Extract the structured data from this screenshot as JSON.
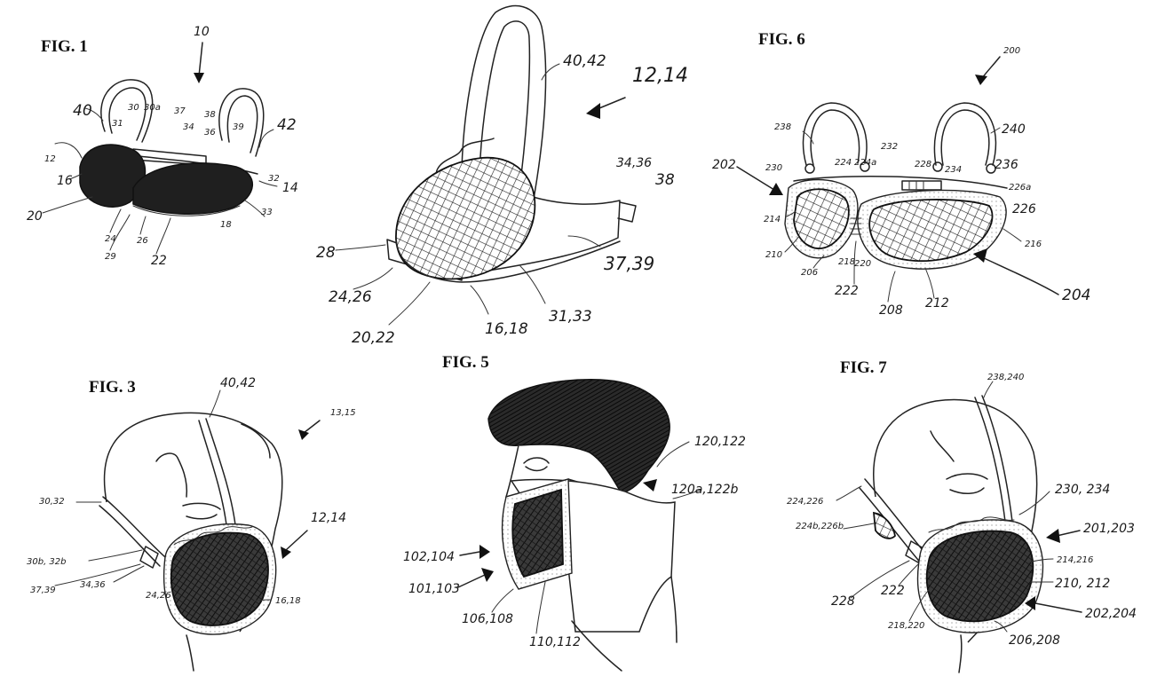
{
  "figures": {
    "fig1": {
      "title": "FIG. 1",
      "refs": [
        "10",
        "40",
        "12",
        "16",
        "20",
        "24",
        "29",
        "26",
        "22",
        "30",
        "30a",
        "31",
        "30a",
        "37",
        "34",
        "36",
        "38",
        "39",
        "42",
        "32",
        "14",
        "33",
        "18"
      ]
    },
    "fig2": {
      "refs": [
        "40,42",
        "12,14",
        "34,36",
        "38",
        "28",
        "37,39",
        "24,26",
        "20,22",
        "16,18",
        "31,33"
      ]
    },
    "fig6": {
      "title": "FIG. 6",
      "refs": [
        "200",
        "238",
        "240",
        "232",
        "230",
        "224",
        "224a",
        "228",
        "234",
        "236",
        "202",
        "226a",
        "226",
        "214",
        "216",
        "210",
        "206",
        "218",
        "220",
        "222",
        "208",
        "212",
        "204"
      ]
    },
    "fig3": {
      "title": "FIG. 3",
      "refs": [
        "40,42",
        "13,15",
        "30,32",
        "12,14",
        "30b, 32b",
        "37,39",
        "34,36",
        "24,26",
        "16,18"
      ]
    },
    "fig5": {
      "title": "FIG. 5",
      "refs": [
        "120,122",
        "120a,122b",
        "102,104",
        "101,103",
        "106,108",
        "110,112"
      ]
    },
    "fig7": {
      "title": "FIG. 7",
      "refs": [
        "238,240",
        "224,226",
        "224b,226b",
        "230, 234",
        "201,203",
        "214,216",
        "210, 212",
        "228",
        "222",
        "218,220",
        "202,204",
        "206,208"
      ]
    }
  }
}
